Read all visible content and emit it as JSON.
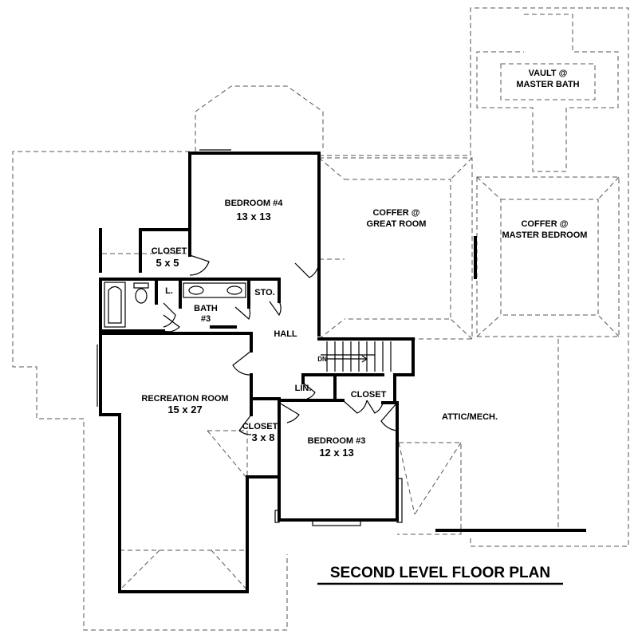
{
  "plan": {
    "title": "SECOND LEVEL FLOOR PLAN",
    "rooms": {
      "bedroom4_name": "BEDROOM #4",
      "bedroom4_size": "13 x 13",
      "closet1_name": "CLOSET",
      "closet1_size": "5 x 5",
      "linen_small": "L.",
      "storage": "STO.",
      "bath3_name": "BATH",
      "bath3_num": "#3",
      "hall": "HALL",
      "recreation_name": "RECREATION ROOM",
      "recreation_size": "15 x 27",
      "closet2_name": "CLOSET",
      "closet2_size": "3 x 8",
      "bedroom3_name": "BEDROOM #3",
      "bedroom3_size": "12 x 13",
      "lin": "LIN.",
      "closet3_name": "CLOSET",
      "attic": "ATTIC/MECH.",
      "stair_dn": "DN"
    },
    "ceilings": {
      "coffer_great_1": "COFFER @",
      "coffer_great_2": "GREAT ROOM",
      "coffer_master_1": "COFFER @",
      "coffer_master_2": "MASTER BEDROOM",
      "vault_1": "VAULT @",
      "vault_2": "MASTER BATH"
    }
  }
}
